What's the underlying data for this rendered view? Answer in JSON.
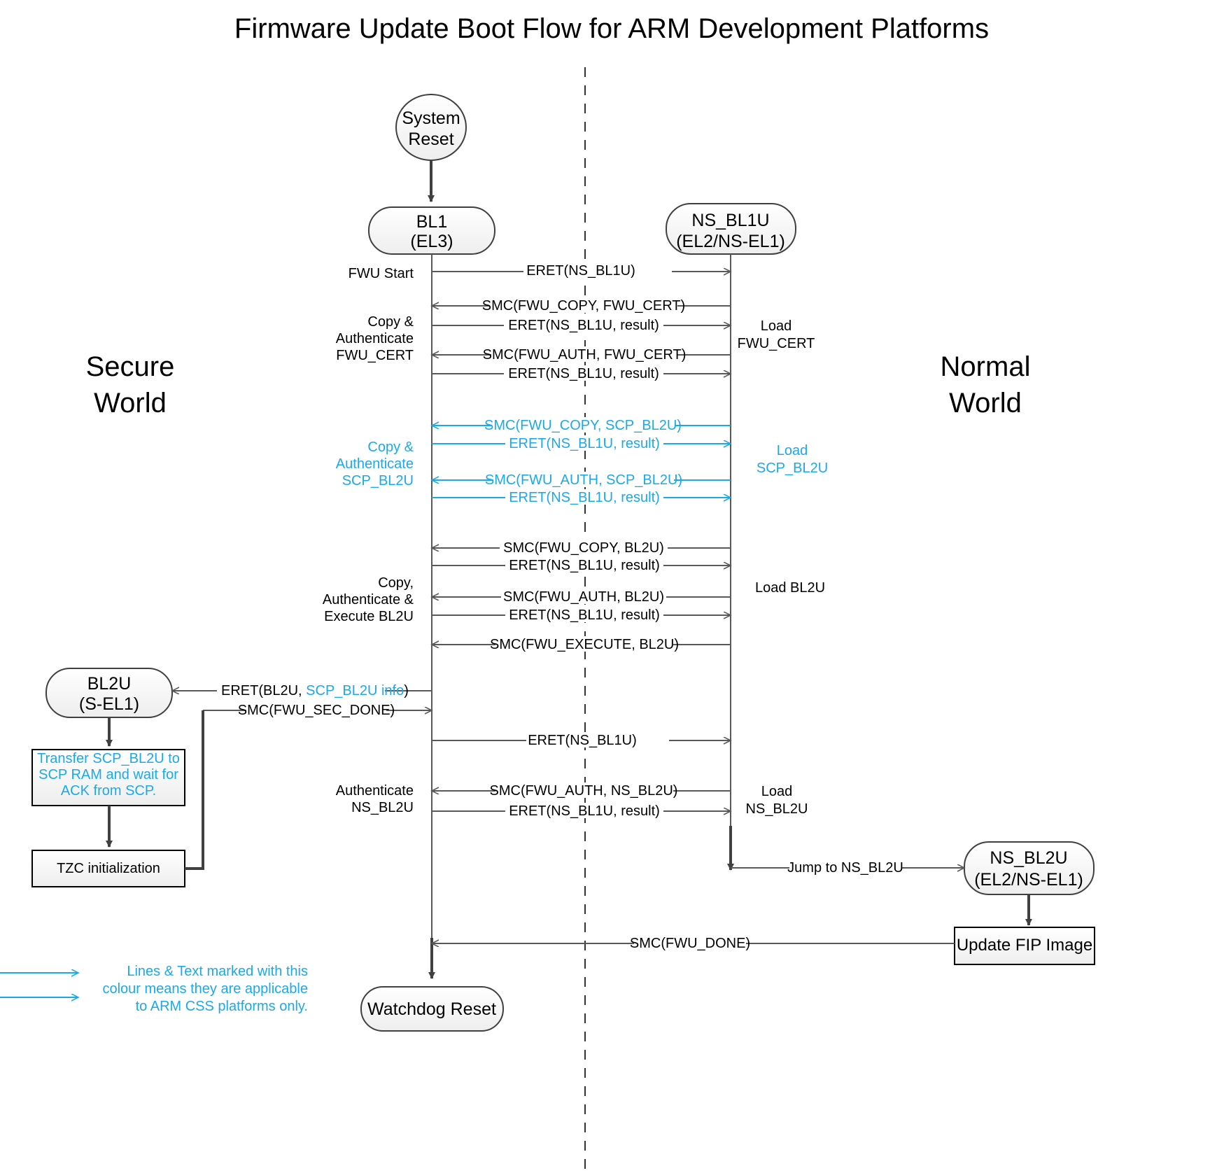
{
  "title": "Firmware Update Boot Flow for ARM Development Platforms",
  "colors": {
    "blue": "#1ca9e8",
    "black": "#000000",
    "node_stroke": "#404040",
    "line": "#595959"
  },
  "worlds": {
    "left_line1": "Secure",
    "left_line2": "World",
    "right_line1": "Normal",
    "right_line2": "World"
  },
  "nodes": {
    "system_reset_l1": "System",
    "system_reset_l2": "Reset",
    "bl1_l1": "BL1",
    "bl1_l2": "(EL3)",
    "nsbl1u_l1": "NS_BL1U",
    "nsbl1u_l2": "(EL2/NS-EL1)",
    "bl2u_l1": "BL2U",
    "bl2u_l2": "(S-EL1)",
    "nsbl2u_l1": "NS_BL2U",
    "nsbl2u_l2": "(EL2/NS-EL1)",
    "watchdog": "Watchdog Reset",
    "tzc": "TZC initialization",
    "update_fip": "Update FIP Image",
    "transfer_l1": "Transfer SCP_BL2U to",
    "transfer_l2": "SCP RAM and wait for",
    "transfer_l3": "ACK from SCP."
  },
  "messages": [
    {
      "id": "m1",
      "text": "ERET(NS_BL1U)",
      "dir": "right",
      "blue": false
    },
    {
      "id": "m2",
      "text": "SMC(FWU_COPY, FWU_CERT)",
      "dir": "left",
      "blue": false
    },
    {
      "id": "m3",
      "text": "ERET(NS_BL1U, result)",
      "dir": "right",
      "blue": false
    },
    {
      "id": "m4",
      "text": "SMC(FWU_AUTH, FWU_CERT)",
      "dir": "left",
      "blue": false
    },
    {
      "id": "m5",
      "text": "ERET(NS_BL1U, result)",
      "dir": "right",
      "blue": false
    },
    {
      "id": "m6",
      "text": "SMC(FWU_COPY, SCP_BL2U)",
      "dir": "left",
      "blue": true
    },
    {
      "id": "m7",
      "text": "ERET(NS_BL1U, result)",
      "dir": "right",
      "blue": true
    },
    {
      "id": "m8",
      "text": "SMC(FWU_AUTH, SCP_BL2U)",
      "dir": "left",
      "blue": true
    },
    {
      "id": "m9",
      "text": "ERET(NS_BL1U, result)",
      "dir": "right",
      "blue": true
    },
    {
      "id": "m10",
      "text": "SMC(FWU_COPY, BL2U)",
      "dir": "left",
      "blue": false
    },
    {
      "id": "m11",
      "text": "ERET(NS_BL1U, result)",
      "dir": "right",
      "blue": false
    },
    {
      "id": "m12",
      "text": "SMC(FWU_AUTH, BL2U)",
      "dir": "left",
      "blue": false
    },
    {
      "id": "m13",
      "text": "ERET(NS_BL1U, result)",
      "dir": "right",
      "blue": false
    },
    {
      "id": "m14",
      "text": "SMC(FWU_EXECUTE, BL2U)",
      "dir": "left",
      "blue": false
    },
    {
      "id": "m15",
      "text": "ERET(NS_BL1U)",
      "dir": "right",
      "blue": false
    },
    {
      "id": "m16",
      "text": "SMC(FWU_AUTH, NS_BL2U)",
      "dir": "left",
      "blue": false
    },
    {
      "id": "m17",
      "text": "ERET(NS_BL1U, result)",
      "dir": "right",
      "blue": false
    }
  ],
  "special_messages": {
    "eret_bl2u_prefix": "ERET(BL2U, ",
    "eret_bl2u_blue": "SCP_BL2U info",
    "eret_bl2u_suffix": ")",
    "smc_fwu_sec_done": "SMC(FWU_SEC_DONE)",
    "jump_to_nsbl2u": "Jump to NS_BL2U",
    "smc_fwu_done": "SMC(FWU_DONE)"
  },
  "left_labels": [
    {
      "id": "l1",
      "lines": [
        "FWU Start"
      ],
      "blue": false
    },
    {
      "id": "l2",
      "lines": [
        "Copy &",
        "Authenticate",
        "FWU_CERT"
      ],
      "blue": false
    },
    {
      "id": "l3",
      "lines": [
        "Copy &",
        "Authenticate",
        "SCP_BL2U"
      ],
      "blue": true
    },
    {
      "id": "l4",
      "lines": [
        "Copy,",
        "Authenticate &",
        "Execute BL2U"
      ],
      "blue": false
    },
    {
      "id": "l5",
      "lines": [
        "Authenticate",
        "NS_BL2U"
      ],
      "blue": false
    }
  ],
  "right_labels": [
    {
      "id": "r1",
      "lines": [
        "Load",
        "FWU_CERT"
      ],
      "blue": false
    },
    {
      "id": "r2",
      "lines": [
        "Load",
        "SCP_BL2U"
      ],
      "blue": true
    },
    {
      "id": "r3",
      "lines": [
        "Load BL2U"
      ],
      "blue": false
    },
    {
      "id": "r4",
      "lines": [
        "Load",
        "NS_BL2U"
      ],
      "blue": false
    }
  ],
  "legend": {
    "line1": "Lines & Text marked with this",
    "line2": "colour means they are applicable",
    "line3": "to ARM CSS platforms only."
  }
}
